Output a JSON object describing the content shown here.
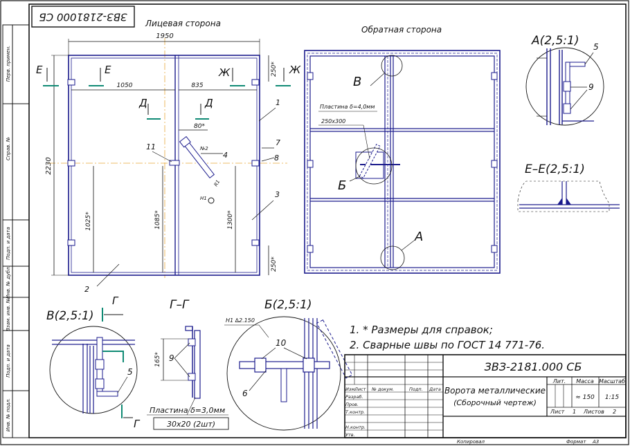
{
  "doc_code_rotated": "ЗВЗ-2181000 СБ",
  "front_label": "Лицевая сторона",
  "back_label": "Обратная сторона",
  "side_labels": [
    "Перв. примен.",
    "Справ. №",
    "Подп. и дата",
    "Инв. № дубл.",
    "Взам. инв. №",
    "Подп. и дата",
    "Инв. № подл."
  ],
  "front": {
    "dim_width": "1950",
    "dim_height": "2230",
    "dim_1050": "1050",
    "dim_835": "835",
    "dim_250_top": "250*",
    "dim_250_bottom": "250*",
    "dim_80": "80*",
    "dim_1025": "1025*",
    "dim_1085": "1085*",
    "dim_1300": "1300*",
    "dim_r": "R1",
    "section_e": "Е",
    "section_zh": "Ж",
    "section_d": "Д",
    "leader_1": "1",
    "leader_2": "2",
    "leader_3": "3",
    "leader_4": "4",
    "leader_7": "7",
    "leader_8": "8",
    "leader_11": "11",
    "tag_no2": "№2",
    "tag_h1": "Н1"
  },
  "back": {
    "plate_label": "Пластина δ=4,0мм",
    "plate_size": "250х300",
    "callout_v": "В",
    "callout_b": "Б",
    "callout_a": "А"
  },
  "detail_a": {
    "title": "А(2,5:1)",
    "num_5": "5",
    "num_9": "9"
  },
  "detail_ee": {
    "title": "Е–Е(2,5:1)"
  },
  "detail_v": {
    "title": "В(2,5:1)",
    "section_g": "Г",
    "num_5": "5"
  },
  "detail_gg": {
    "title": "Г–Г",
    "dim_165": "165*",
    "num_9": "9",
    "plate_label": "Пластина δ=3,0мм",
    "plate_size": "30х20 (2шт)"
  },
  "detail_b": {
    "title": "Б(2,5:1)",
    "weld": "Н1 ∆2.150",
    "num_10": "10",
    "num_6": "6"
  },
  "notes": [
    "1. * Размеры для справок;",
    "2. Сварные швы по ГОСТ 14 771-76."
  ],
  "title_block": {
    "code": "ЗВЗ-2181.000 СБ",
    "name_line1": "Ворота металлические",
    "name_line2": "(Сборочный чертеж)",
    "col_izm": "Изм.",
    "col_list": "Лист",
    "col_doc": "№ докум.",
    "col_podp": "Подп.",
    "col_data": "Дата",
    "row_razrab": "Разраб.",
    "row_prov": "Пров.",
    "row_tkontr": "Т.контр.",
    "row_nkontr": "Н.контр.",
    "row_utv": "Утв.",
    "lit_label": "Лит.",
    "mass_label": "Масса",
    "scale_label": "Масштаб",
    "mass_value": "≈ 150",
    "scale_value": "1:15",
    "sheet_label": "Лист",
    "sheet_value": "1",
    "sheets_label": "Листов",
    "sheets_value": "2",
    "copied": "Копировал",
    "format_label": "Формат",
    "format_value": "А3"
  }
}
